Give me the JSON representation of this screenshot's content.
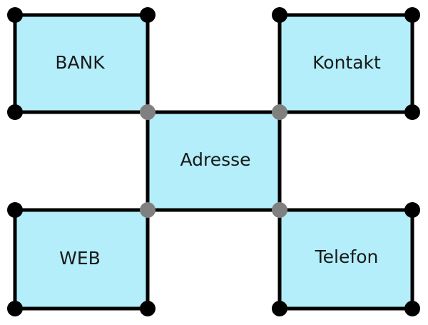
{
  "diagram": {
    "nodes": [
      {
        "id": "bank",
        "label": "BANK"
      },
      {
        "id": "kontakt",
        "label": "Kontakt"
      },
      {
        "id": "adresse",
        "label": "Adresse"
      },
      {
        "id": "web",
        "label": "WEB"
      },
      {
        "id": "telefon",
        "label": "Telefon"
      }
    ],
    "colors": {
      "box_fill": "#b3eefa",
      "outline": "#000000",
      "corner_dot": "#000000",
      "shared_corner_dot": "#808080"
    }
  }
}
